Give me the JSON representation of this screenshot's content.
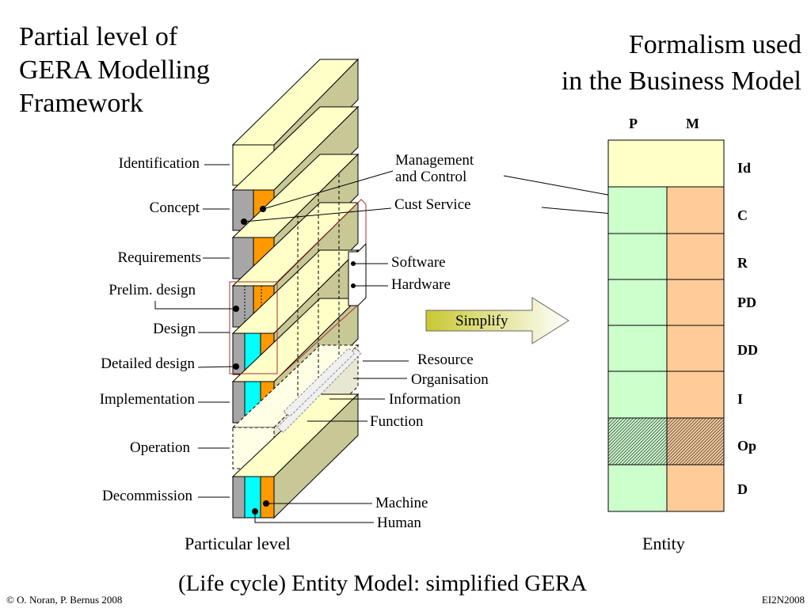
{
  "title_left": [
    "Partial level of",
    "GERA Modelling",
    "Framework"
  ],
  "title_right": [
    "Formalism used",
    "in the Business Model"
  ],
  "lifecycle_phases": [
    "Identification",
    "Concept",
    "Requirements",
    "Prelim. design",
    "Design",
    "Detailed design",
    "Implementation",
    "Operation",
    "Decommission"
  ],
  "right_labels": {
    "management": [
      "Management",
      "and Control"
    ],
    "cust_service": "Cust Service",
    "software": "Software",
    "hardware": "Hardware",
    "resource": "Resource",
    "organisation": "Organisation",
    "information": "Information",
    "function": "Function",
    "machine": "Machine",
    "human": "Human"
  },
  "arrow_label": "Simplify",
  "particular_level": "Particular level",
  "entity": {
    "label": "Entity",
    "columns": [
      "P",
      "M"
    ],
    "rows": [
      "Id",
      "C",
      "R",
      "PD",
      "DD",
      "I",
      "Op",
      "D"
    ]
  },
  "caption": "(Life cycle) Entity Model: simplified GERA",
  "footer_left": "© O. Noran, P. Bernus 2008",
  "footer_right": "EI2N2008",
  "colors": {
    "cream": "#FFFFC8",
    "olive": "#C8C896",
    "orange": "#FF9900",
    "cyan": "#00FFFF",
    "gray": "#A6A6A6",
    "light_green": "#CCFFCC",
    "peach": "#FFCC99"
  }
}
